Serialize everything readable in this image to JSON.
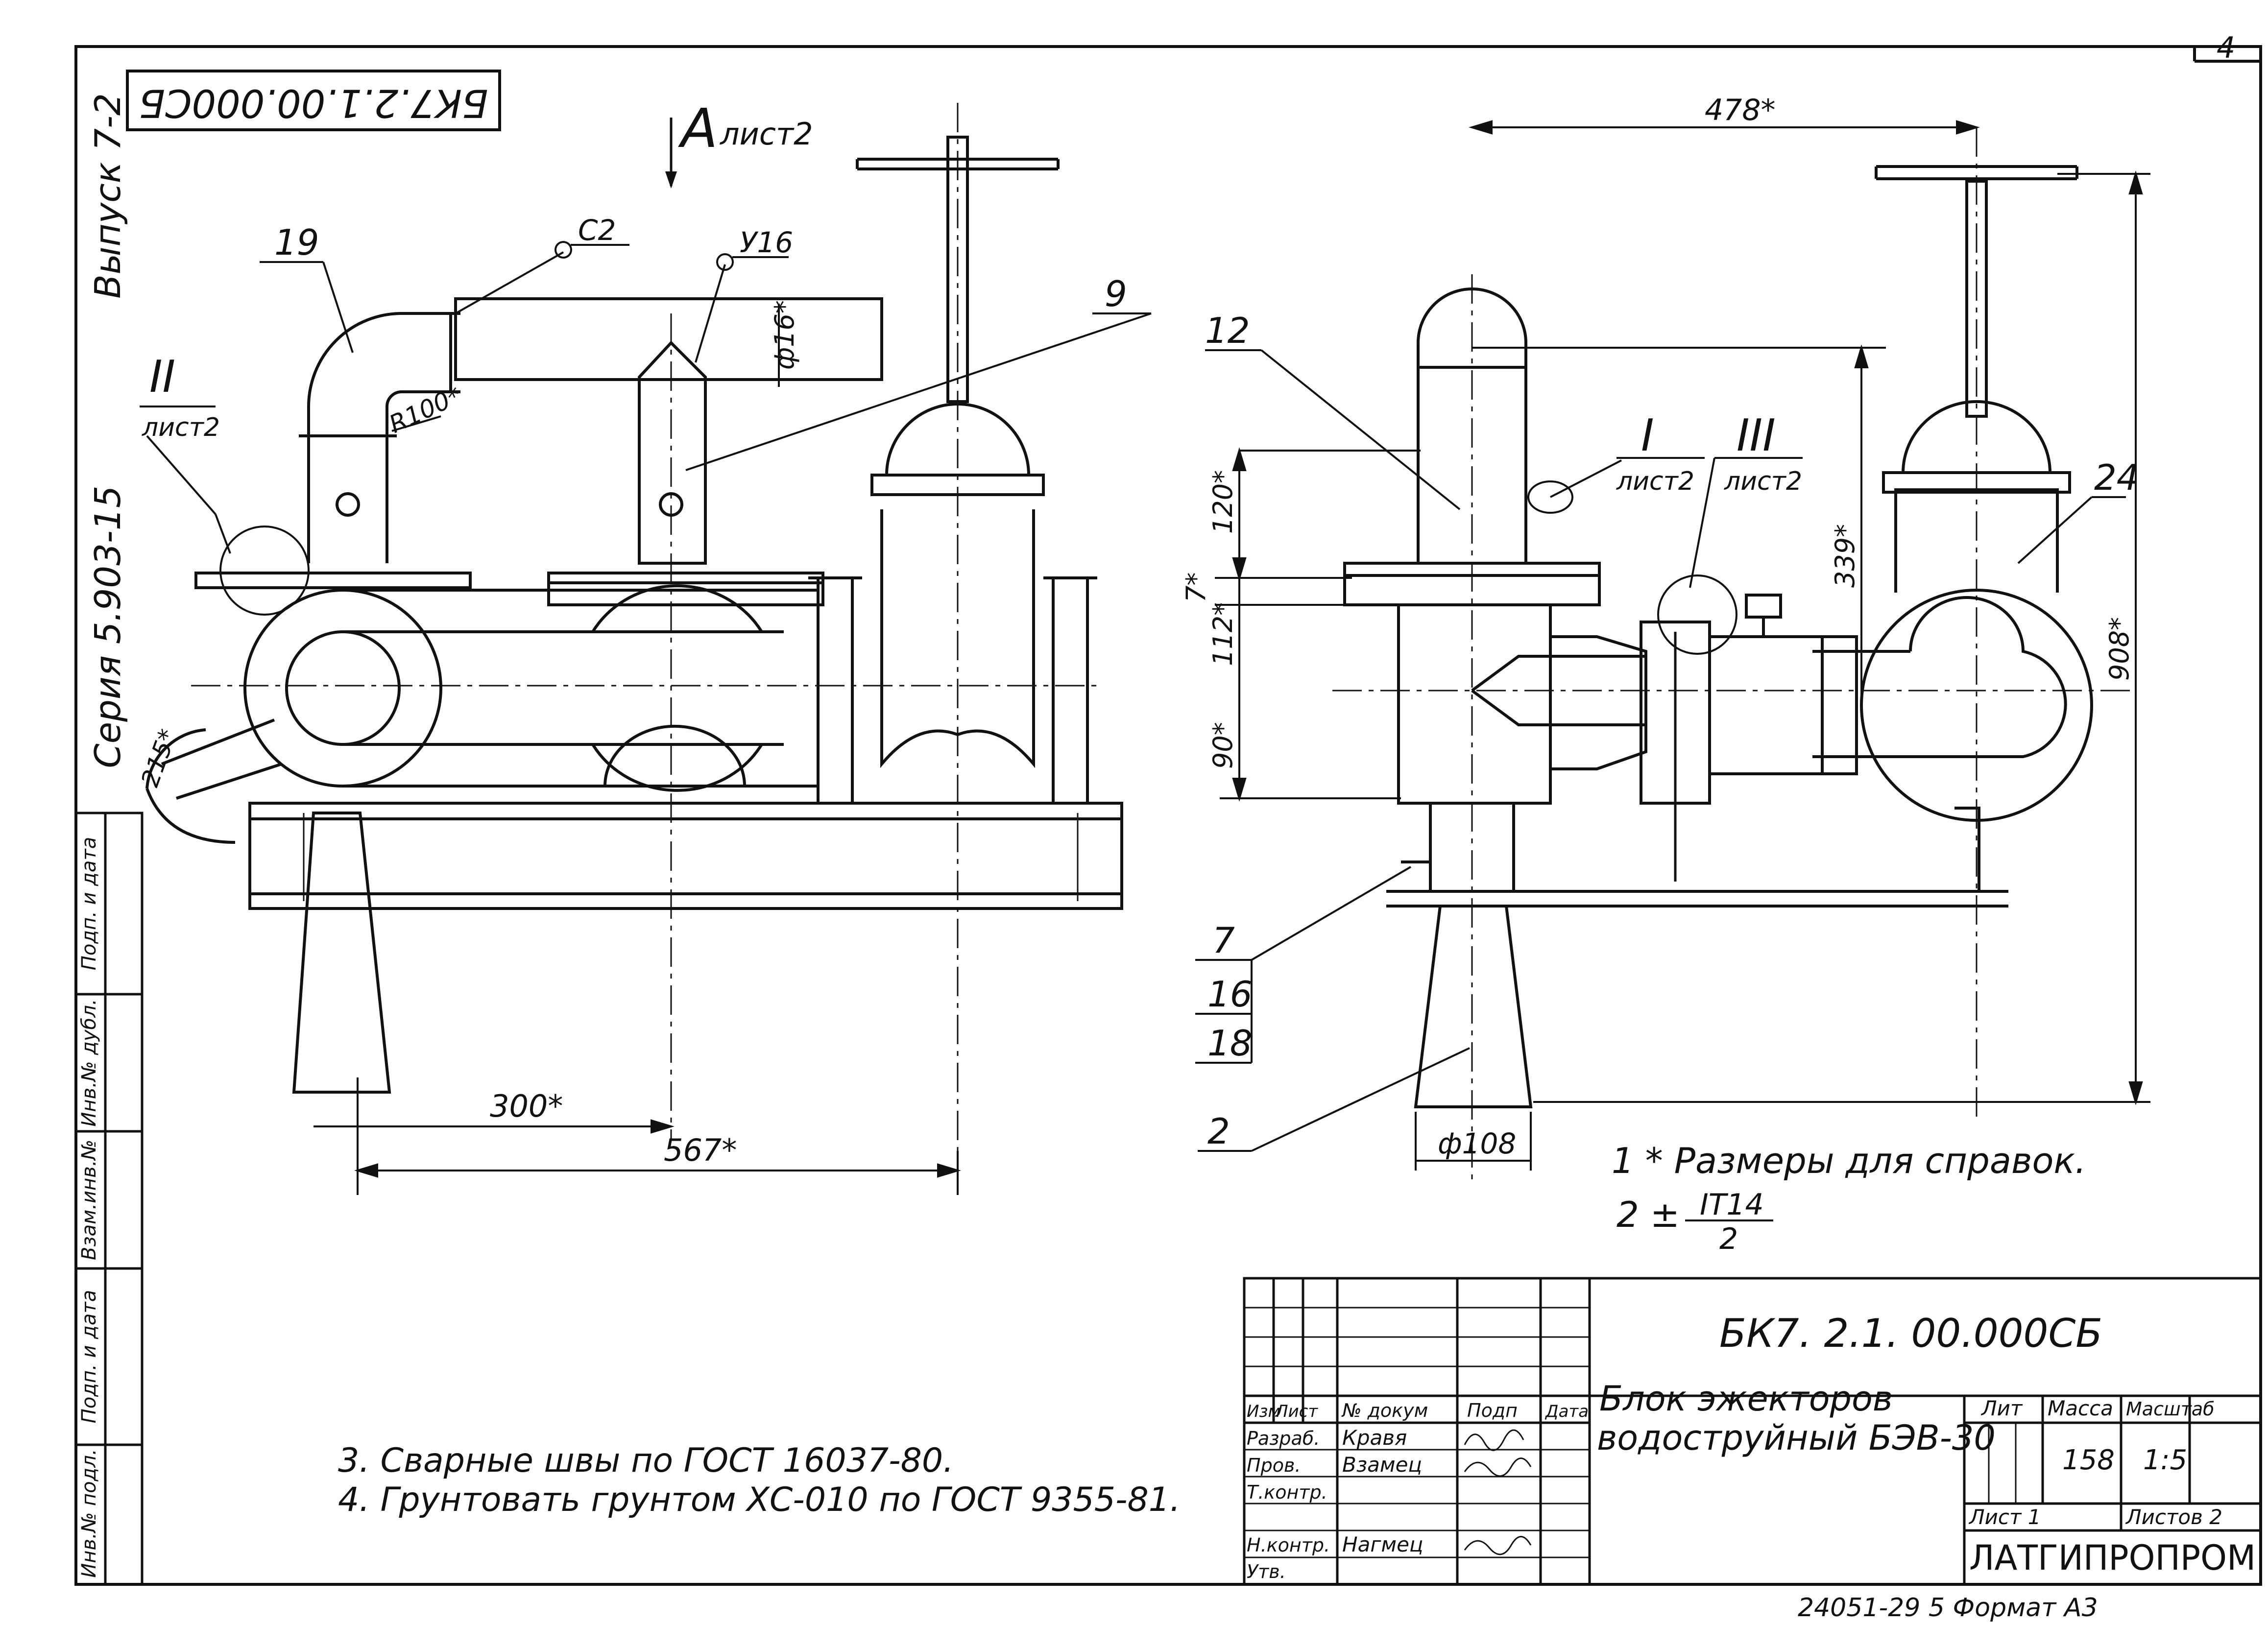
{
  "side_stamp": {
    "code_upside_down": "БК7.2.1.00.000СБ",
    "issue": "Выпуск 7-2",
    "series": "Серия 5.903-15"
  },
  "left_strip": {
    "fields": [
      "Подп. и дата",
      "Инв.№ дубл.",
      "Взам.инв.№",
      "Подп. и дата",
      "Инв.№ подл."
    ]
  },
  "sheet_number": "4",
  "view_marker": {
    "letter": "А",
    "sheet": "лист2"
  },
  "left_view": {
    "callouts": {
      "p19": "19",
      "p9": "9",
      "c2": "С2",
      "u16": "У16",
      "detail_II": "II",
      "detail_II_sheet": "лист2"
    },
    "dims": {
      "d16": "ф16*",
      "r100": "R100*",
      "a215": "215*",
      "d300": "300*",
      "d567": "567*"
    }
  },
  "right_view": {
    "callouts": {
      "p12": "12",
      "p24": "24",
      "p7": "7",
      "p16": "16",
      "p18": "18",
      "p2": "2",
      "detail_I": "I",
      "detail_I_sheet": "лист2",
      "detail_III": "III",
      "detail_III_sheet": "лист2"
    },
    "dims": {
      "d478": "478*",
      "d120": "120*",
      "d7": "7*",
      "d112": "112*",
      "d90": "90*",
      "d339": "339*",
      "d908": "908*",
      "d108": "ф108"
    }
  },
  "notes": {
    "n1": "1 * Размеры для справок.",
    "n2_prefix": "2 ±",
    "n2_num": "IT14",
    "n2_den": "2",
    "n3": "3. Сварные швы по ГОСТ 16037-80.",
    "n4": "4. Грунтовать грунтом ХС-010 по ГОСТ 9355-81."
  },
  "title_block": {
    "doc_code": "БК7. 2.1. 00.000СБ",
    "title_line1": "Блок эжекторов",
    "title_line2": "водоструйный БЭВ-30",
    "col_headers": [
      "Изм",
      "Лист",
      "№ докум",
      "Подп",
      "Дата"
    ],
    "roles": [
      {
        "role": "Разраб.",
        "name": "Кравя"
      },
      {
        "role": "Пров.",
        "name": "Взамец"
      },
      {
        "role": "Т.контр.",
        "name": ""
      },
      {
        "role": "Н.контр.",
        "name": "Нагмец"
      },
      {
        "role": "Утв.",
        "name": ""
      }
    ],
    "lit_label": "Лит",
    "mass_label": "Масса",
    "scale_label": "Масштаб",
    "mass": "158",
    "scale": "1:5",
    "sheet": "Лист 1",
    "sheets": "Листов 2",
    "org": "ЛАТГИПРОПРОМ"
  },
  "footer_code": "24051-29 5 Формат А3"
}
